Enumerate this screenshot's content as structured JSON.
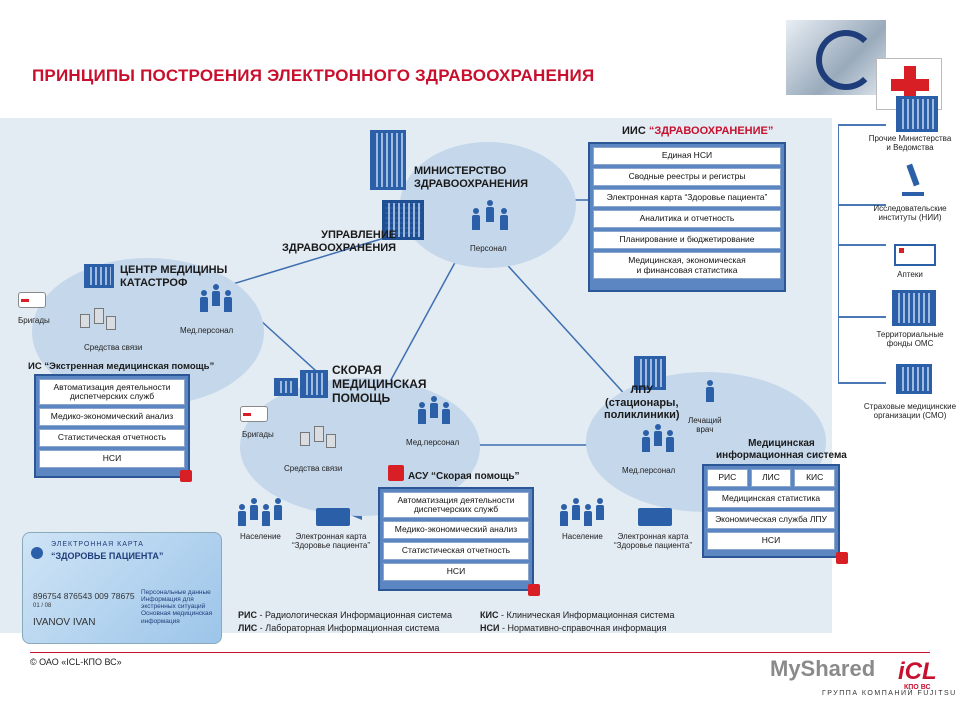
{
  "title": "ПРИНЦИПЫ ПОСТРОЕНИЯ ЭЛЕКТРОННОГО ЗДРАВООХРАНЕНИЯ",
  "ministry": {
    "label": "МИНИСТЕРСТВО\nЗДРАВООХРАНЕНИЯ",
    "mgmt": "УПРАВЛЕНИЕ\nЗДРАВООХРАНЕНИЯ",
    "staff": "Персонал"
  },
  "iis": {
    "title_prefix": "ИИС",
    "title_name": "“ЗДРАВООХРАНЕНИЕ”",
    "rows": [
      "Единая НСИ",
      "Сводные реестры и регистры",
      "Электронная карта “Здоровье пациента”",
      "Аналитика и отчетность",
      "Планирование и бюджетирование",
      "Медицинская, экономическая\nи финансовая статистика"
    ]
  },
  "catastrophe": {
    "label": "ЦЕНТР МЕДИЦИНЫ\nКАТАСТРОФ",
    "brigades": "Бригады",
    "comms": "Средства связи",
    "staff": "Мед.персонал",
    "system_title": "ИС “Экстренная медицинская помощь”",
    "rows": [
      "Автоматизация деятельности\nдиспетчерских служб",
      "Медико-экономический анализ",
      "Статистическая отчетность",
      "НСИ"
    ]
  },
  "ambulance": {
    "label": "СКОРАЯ\nМЕДИЦИНСКАЯ\nПОМОЩЬ",
    "brigades": "Бригады",
    "comms": "Средства связи",
    "staff": "Мед.персонал",
    "population": "Население",
    "card": "Электронная карта\n“Здоровье пациента”",
    "system_title": "АСУ “Скорая помощь”",
    "rows": [
      "Автоматизация деятельности\nдиспетчерских служб",
      "Медико-экономический анализ",
      "Статистическая отчетность",
      "НСИ"
    ]
  },
  "lpu": {
    "label": "ЛПУ\n(стационары,\nполиклиники)",
    "doctor": "Лечащий\nврач",
    "staff": "Мед.персонал",
    "population": "Население",
    "card": "Электронная карта\n“Здоровье пациента”",
    "system_title": "Медицинская\nинформационная система",
    "row_top": [
      "РИС",
      "ЛИС",
      "КИС"
    ],
    "rows": [
      "Медицинская статистика",
      "Экономическая служба ЛПУ",
      "НСИ"
    ]
  },
  "right": [
    "Прочие Министерства\nи Ведомства",
    "Исследовательские\nинституты (НИИ)",
    "Аптеки",
    "Территориальные\nфонды ОМС",
    "Страховые медицинские\nорганизации (СМО)"
  ],
  "card": {
    "heading1": "ЭЛЕКТРОННАЯ КАРТА",
    "heading2": "“ЗДОРОВЬЕ ПАЦИЕНТА”",
    "number": "896754  876543  009  78675",
    "date": "01 / 08",
    "name": "IVANOV  IVAN",
    "bullets": [
      "Персональные данные",
      "Информация для\nэкстренных ситуаций",
      "Основная медицинская\nинформация"
    ]
  },
  "legend": [
    {
      "abbr": "РИС",
      "text": " - Радиологическая Информационная система"
    },
    {
      "abbr": "ЛИС",
      "text": " - Лабораторная Информационная система"
    },
    {
      "abbr": "КИС",
      "text": " - Клиническая Информационная система"
    },
    {
      "abbr": "НСИ",
      "text": " - Нормативно-справочная информация"
    }
  ],
  "copyright": "© ОАО «ICL-КПО ВС»",
  "watermark": "MyShared",
  "logo": "iCL",
  "logo_sub": "КПО ВС",
  "group": "ГРУППА КОМПАНИЙ FUJITSU"
}
